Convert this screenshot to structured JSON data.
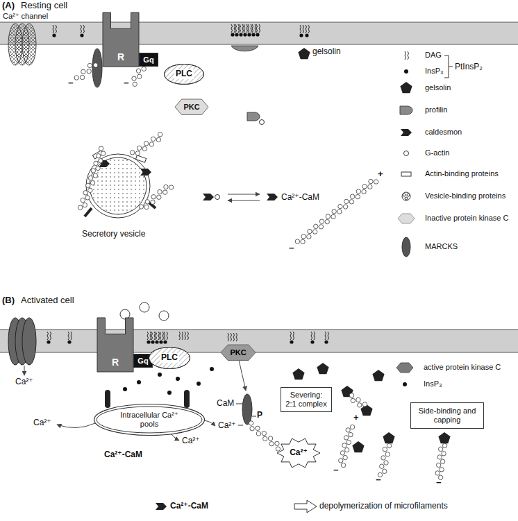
{
  "diagram": {
    "nodes": [
      {
        "text": [
          "R"
        ]
      },
      {
        "text": [
          "Gq"
        ]
      },
      {
        "text": [
          "PLC"
        ]
      },
      {
        "text": [
          "PKC"
        ]
      },
      {
        "text": [
          "R"
        ]
      },
      {
        "text": [
          "Gq"
        ]
      },
      {
        "text": [
          "PLC"
        ]
      },
      {
        "text": [
          "PKC"
        ]
      },
      {
        "text": [
          "Intracellular Ca²⁺ pools"
        ]
      },
      {
        "text": [
          "Severing: 2:1 complex"
        ]
      },
      {
        "text": [
          "Side-binding and capping"
        ]
      },
      {
        "text": [
          "Ca²⁺"
        ]
      }
    ],
    "labels": [
      "(A)",
      "Resting cell",
      "Ca²⁺ channel",
      "−",
      "−",
      "gelsolin",
      "PtInsP₂",
      "Secretory vesicle",
      "Ca²⁺-CaM",
      "+",
      "−",
      "(B)",
      "Activated cell",
      "Ca²⁺",
      "Ca²⁺",
      "CaM",
      "P",
      "Ca²⁺",
      "Ca²⁺",
      "Ca²⁺-CaM",
      "+",
      "−",
      "−",
      "−",
      "depolymerization of microfilaments",
      "Ca²⁺-CaM"
    ],
    "legend": [
      {
        "text": "DAG"
      },
      {
        "text": "InsP₃"
      },
      {
        "text": "gelsolin"
      },
      {
        "text": "profilin"
      },
      {
        "text": "caldesmon"
      },
      {
        "text": "G-actin"
      },
      {
        "text": "Actin-binding proteins"
      },
      {
        "text": "Vesicle-binding proteins"
      },
      {
        "text": "Inactive protein kinase C"
      },
      {
        "text": "MARCKS"
      },
      {
        "text": "active protein kinase C"
      },
      {
        "text": "InsP₃"
      }
    ]
  }
}
